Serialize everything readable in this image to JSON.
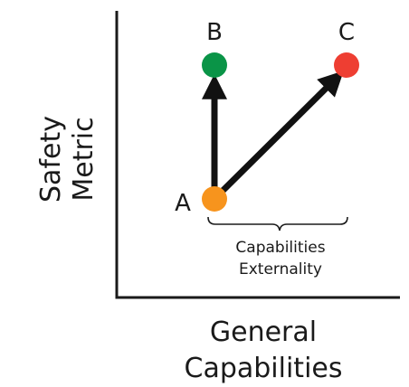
{
  "axes": {
    "y_label_line1": "Safety",
    "y_label_line2": "Metric",
    "x_label_line1": "General",
    "x_label_line2": "Capabilities"
  },
  "points": {
    "a": {
      "label": "A",
      "color": "#f7941d"
    },
    "b": {
      "label": "B",
      "color": "#0a9447"
    },
    "c": {
      "label": "C",
      "color": "#ee3e32"
    }
  },
  "brace_label": {
    "line1": "Capabilities",
    "line2": "Externality"
  },
  "colors": {
    "axis": "#1a1a1a",
    "arrow": "#111111",
    "brace": "#1a1a1a",
    "text": "#1a1a1a"
  }
}
